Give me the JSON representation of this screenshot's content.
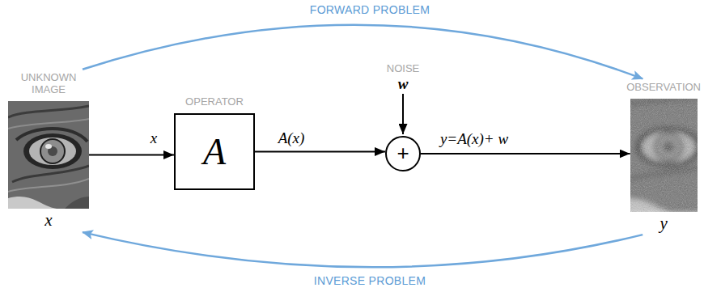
{
  "diagram": {
    "nodes": [
      {
        "text": [
          "UNKNOWN IMAGE",
          "x"
        ]
      },
      {
        "text": [
          "OPERATOR",
          "A"
        ]
      },
      {
        "text": [
          "+"
        ]
      },
      {
        "text": [
          "OBSERVATION",
          "y"
        ]
      }
    ],
    "edges": [
      {
        "from": 0,
        "to": 1,
        "arrow": "to",
        "label": "x"
      },
      {
        "from": 1,
        "to": 2,
        "arrow": "to",
        "label": "A(x)"
      },
      {
        "from": 2,
        "to": 3,
        "arrow": "to",
        "label": "y=A(x)+ w"
      },
      {
        "from": 0,
        "to": 3,
        "arrow": "to",
        "label": "FORWARD PROBLEM"
      },
      {
        "from": 3,
        "to": 0,
        "arrow": "to",
        "label": "INVERSE PROBLEM"
      }
    ],
    "labels": [
      "NOISE",
      "w"
    ]
  }
}
